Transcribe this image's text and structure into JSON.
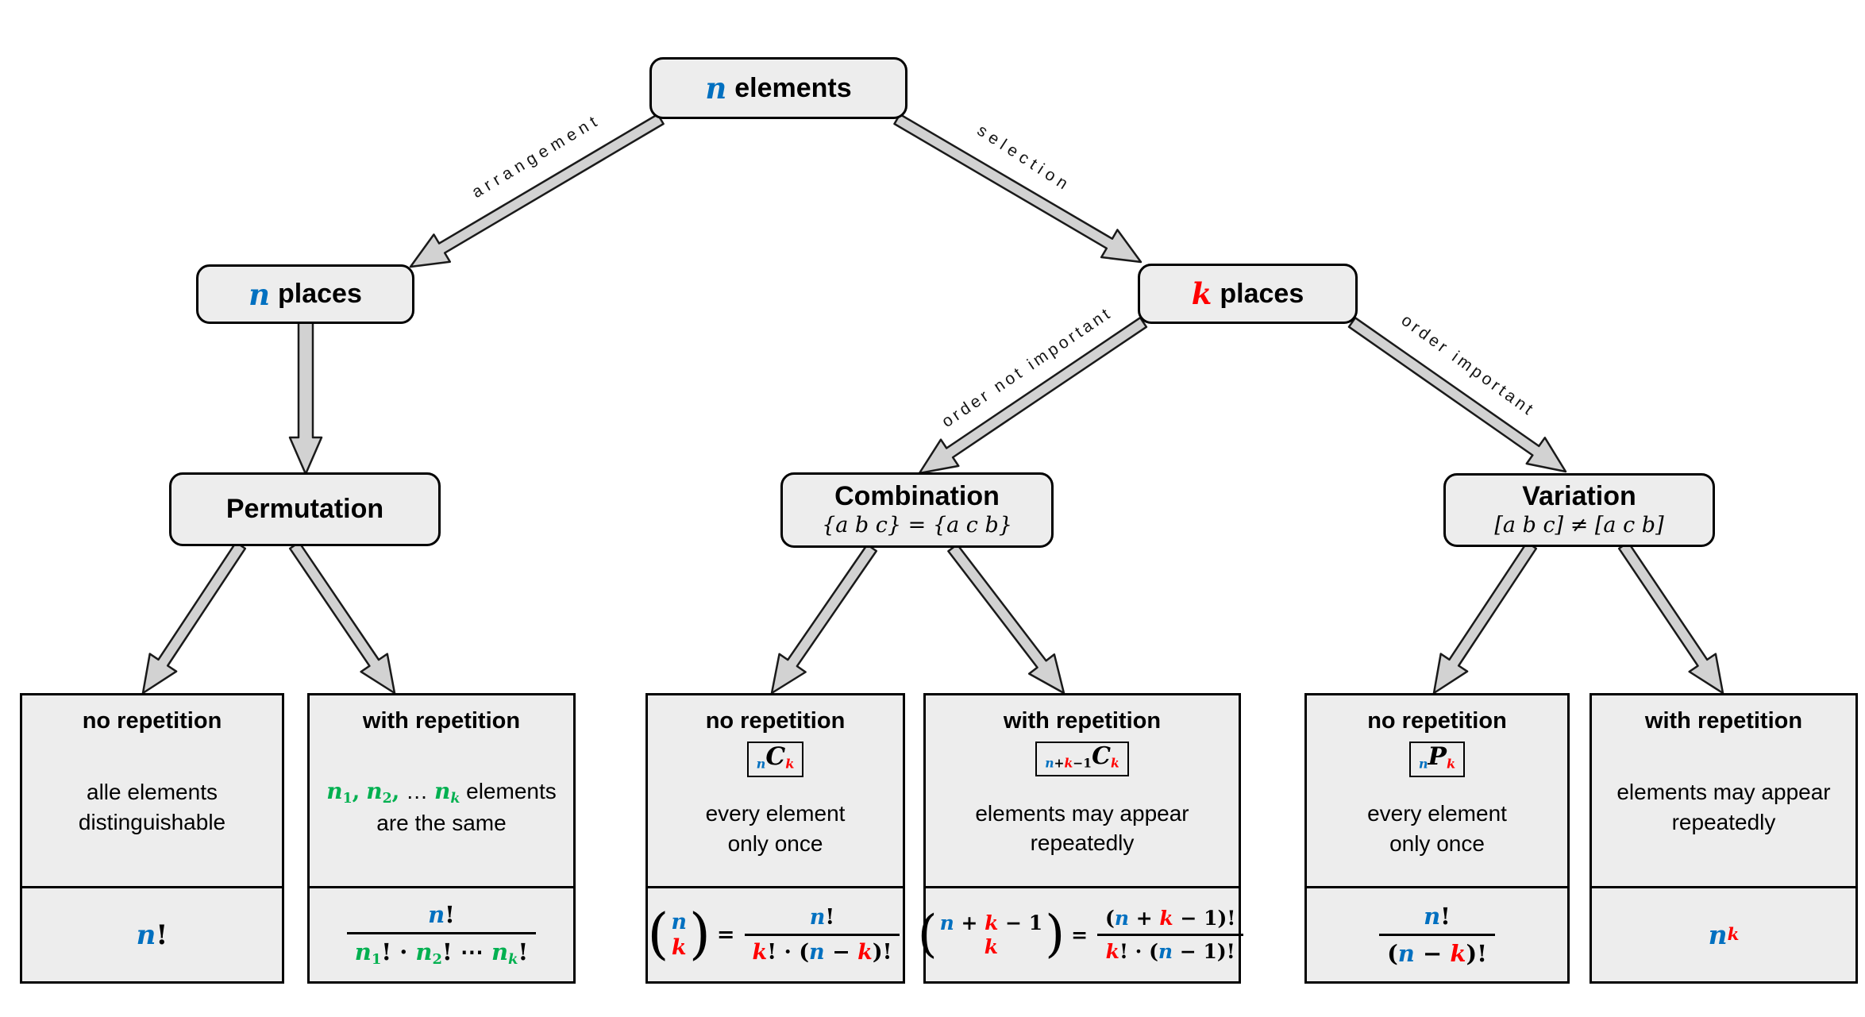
{
  "palette": {
    "blue": "#0070C0",
    "red": "#FF0000",
    "green": "#00B050",
    "box_fill": "#EDEDED",
    "arrow_fill": "#D2D2D2",
    "border": "#000000"
  },
  "nodes": {
    "root": {
      "var": "n",
      "label": "elements"
    },
    "n_places": {
      "var": "n",
      "label": "places"
    },
    "k_places": {
      "var": "k",
      "label": "places"
    },
    "permutation": {
      "title": "Permutation"
    },
    "combination": {
      "title": "Combination",
      "subtitle": "{a b c} = {a c b}"
    },
    "variation": {
      "title": "Variation",
      "subtitle": "[a b c] ≠ [a c b]"
    }
  },
  "edges": {
    "arrangement": "arrangement",
    "selection": "selection",
    "order_not_important": "order not important",
    "order_important": "order important"
  },
  "leaves": [
    {
      "id": "permutation-no-repetition",
      "header": "no repetition",
      "body": [
        [
          {
            "x": "alle elements"
          }
        ],
        [
          {
            "x": "distinguishable"
          }
        ]
      ],
      "formula": [
        {
          "x": "n",
          "c": "b",
          "v": 1
        },
        {
          "x": "!"
        }
      ]
    },
    {
      "id": "permutation-with-repetition",
      "header": "with repetition",
      "body": [
        [
          {
            "x": "n",
            "c": "g",
            "v": 1
          },
          {
            "x": "1",
            "c": "g",
            "pos": "sub"
          },
          {
            "x": ",",
            "c": "g"
          },
          {
            "x": " "
          },
          {
            "x": "n",
            "c": "g",
            "v": 1
          },
          {
            "x": "2",
            "c": "g",
            "pos": "sub"
          },
          {
            "x": ",",
            "c": "g"
          },
          {
            "x": " … "
          },
          {
            "x": "n",
            "c": "g",
            "v": 1
          },
          {
            "x": "k",
            "c": "g",
            "v": 1,
            "pos": "sub"
          },
          {
            "x": " elements"
          }
        ],
        [
          {
            "x": "are the same"
          }
        ]
      ],
      "formula": [
        {
          "frac": {
            "num": [
              {
                "x": "n",
                "c": "b",
                "v": 1
              },
              {
                "x": "!"
              }
            ],
            "den": [
              {
                "x": "n",
                "c": "g",
                "v": 1
              },
              {
                "x": "1",
                "c": "g",
                "pos": "sub"
              },
              {
                "x": "! · "
              },
              {
                "x": "n",
                "c": "g",
                "v": 1
              },
              {
                "x": "2",
                "c": "g",
                "pos": "sub"
              },
              {
                "x": "! ⋯ "
              },
              {
                "x": "n",
                "c": "g",
                "v": 1
              },
              {
                "x": "k",
                "c": "g",
                "v": 1,
                "pos": "sub"
              },
              {
                "x": "!"
              }
            ]
          }
        }
      ]
    },
    {
      "id": "combination-no-repetition",
      "header": "no repetition",
      "badge": [
        {
          "x": "n",
          "c": "b",
          "v": 1,
          "pos": "sub"
        },
        {
          "x": "C",
          "v": 1,
          "big": 1
        },
        {
          "x": "k",
          "c": "r",
          "v": 1,
          "pos": "sub"
        }
      ],
      "body": [
        [
          {
            "x": "every element"
          }
        ],
        [
          {
            "x": "only once"
          }
        ]
      ],
      "formula": [
        {
          "binom": {
            "top": [
              {
                "x": "n",
                "c": "b",
                "v": 1
              }
            ],
            "bot": [
              {
                "x": "k",
                "c": "r",
                "v": 1
              }
            ]
          }
        },
        {
          "x": "=",
          "cls": "eq"
        },
        {
          "frac": {
            "num": [
              {
                "x": "n",
                "c": "b",
                "v": 1
              },
              {
                "x": "!"
              }
            ],
            "den": [
              {
                "x": "k",
                "c": "r",
                "v": 1
              },
              {
                "x": "! · ("
              },
              {
                "x": "n",
                "c": "b",
                "v": 1
              },
              {
                "x": " − "
              },
              {
                "x": "k",
                "c": "r",
                "v": 1
              },
              {
                "x": ")!"
              }
            ]
          }
        }
      ]
    },
    {
      "id": "combination-with-repetition",
      "header": "with repetition",
      "badge": [
        {
          "x": "n",
          "c": "b",
          "v": 1,
          "pos": "sub"
        },
        {
          "x": "+",
          "pos": "sub"
        },
        {
          "x": "k",
          "c": "r",
          "v": 1,
          "pos": "sub"
        },
        {
          "x": "−1",
          "pos": "sub"
        },
        {
          "x": "C",
          "v": 1,
          "big": 1
        },
        {
          "x": "k",
          "c": "r",
          "v": 1,
          "pos": "sub"
        }
      ],
      "body": [
        [
          {
            "x": "elements may appear"
          }
        ],
        [
          {
            "x": "repeatedly"
          }
        ]
      ],
      "formula": [
        {
          "binom": {
            "top": [
              {
                "x": "n",
                "c": "b",
                "v": 1
              },
              {
                "x": " + "
              },
              {
                "x": "k",
                "c": "r",
                "v": 1
              },
              {
                "x": " − 1"
              }
            ],
            "bot": [
              {
                "x": "k",
                "c": "r",
                "v": 1
              }
            ]
          }
        },
        {
          "x": "=",
          "cls": "eq"
        },
        {
          "frac": {
            "num": [
              {
                "x": "("
              },
              {
                "x": "n",
                "c": "b",
                "v": 1
              },
              {
                "x": " + "
              },
              {
                "x": "k",
                "c": "r",
                "v": 1
              },
              {
                "x": " − 1"
              },
              {
                "x": ")!"
              }
            ],
            "den": [
              {
                "x": "k",
                "c": "r",
                "v": 1
              },
              {
                "x": "! · ("
              },
              {
                "x": "n",
                "c": "b",
                "v": 1
              },
              {
                "x": " − 1"
              },
              {
                "x": ")!"
              }
            ]
          }
        }
      ]
    },
    {
      "id": "variation-no-repetition",
      "header": "no repetition",
      "badge": [
        {
          "x": "n",
          "c": "b",
          "v": 1,
          "pos": "sub"
        },
        {
          "x": "P",
          "v": 1,
          "big": 1
        },
        {
          "x": "k",
          "c": "r",
          "v": 1,
          "pos": "sub"
        }
      ],
      "body": [
        [
          {
            "x": "every element"
          }
        ],
        [
          {
            "x": "only once"
          }
        ]
      ],
      "formula": [
        {
          "frac": {
            "num": [
              {
                "x": "n",
                "c": "b",
                "v": 1
              },
              {
                "x": "!"
              }
            ],
            "den": [
              {
                "x": "("
              },
              {
                "x": "n",
                "c": "b",
                "v": 1
              },
              {
                "x": " − "
              },
              {
                "x": "k",
                "c": "r",
                "v": 1
              },
              {
                "x": ")!"
              }
            ]
          }
        }
      ]
    },
    {
      "id": "variation-with-repetition",
      "header": "with repetition",
      "body": [
        [
          {
            "x": "elements may appear"
          }
        ],
        [
          {
            "x": "repeatedly"
          }
        ]
      ],
      "formula": [
        {
          "x": "n",
          "c": "b",
          "v": 1
        },
        {
          "x": "k",
          "c": "r",
          "v": 1,
          "pos": "sup"
        }
      ]
    }
  ]
}
